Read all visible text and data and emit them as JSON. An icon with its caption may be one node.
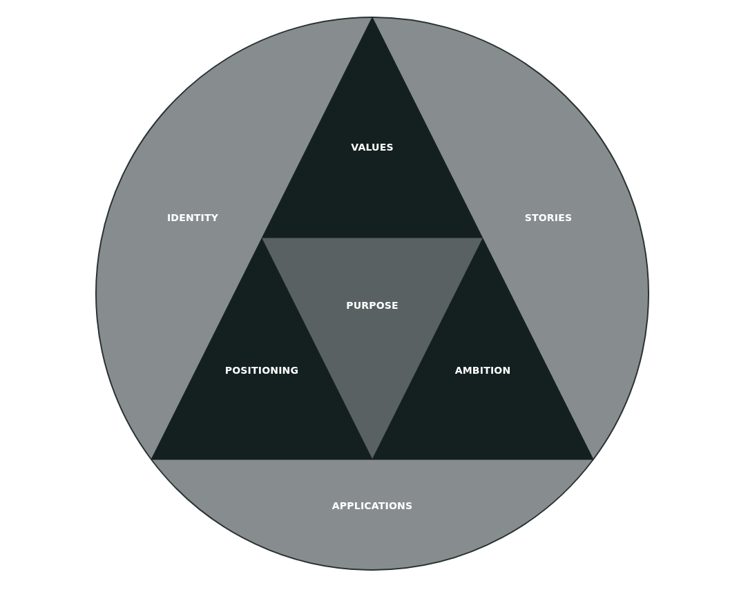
{
  "diagram": {
    "nodes": [
      {
        "text": [
          "VALUES"
        ]
      },
      {
        "text": [
          "IDENTITY"
        ]
      },
      {
        "text": [
          "STORIES"
        ]
      },
      {
        "text": [
          "PURPOSE"
        ]
      },
      {
        "text": [
          "POSITIONING"
        ]
      },
      {
        "text": [
          "AMBITION"
        ]
      },
      {
        "text": [
          "APPLICATIONS"
        ]
      }
    ],
    "edges": []
  }
}
